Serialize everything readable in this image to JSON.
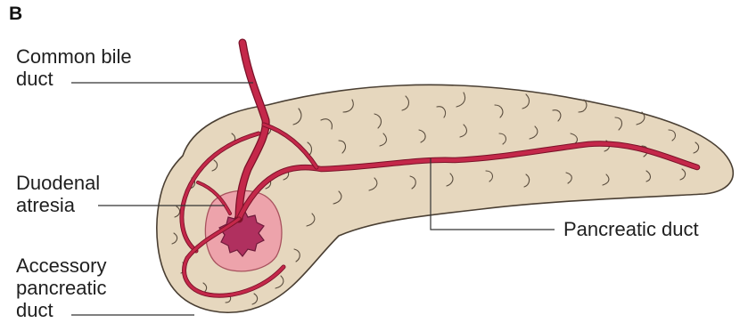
{
  "panel_letter": "B",
  "labels": {
    "common_bile_duct": "Common bile\nduct",
    "duodenal_atresia": "Duodenal\natresia",
    "accessory_pancreatic_duct": "Accessory\npancreatic\nduct",
    "pancreatic_duct": "Pancreatic duct"
  },
  "colors": {
    "pancreas_fill": "#e6d7be",
    "pancreas_outline": "#4a3f33",
    "duct": "#c4284a",
    "duct_outline": "#7a1128",
    "atresia_halo": "#eda3ab",
    "atresia_core": "#b0305f",
    "leader_line": "#333333"
  }
}
